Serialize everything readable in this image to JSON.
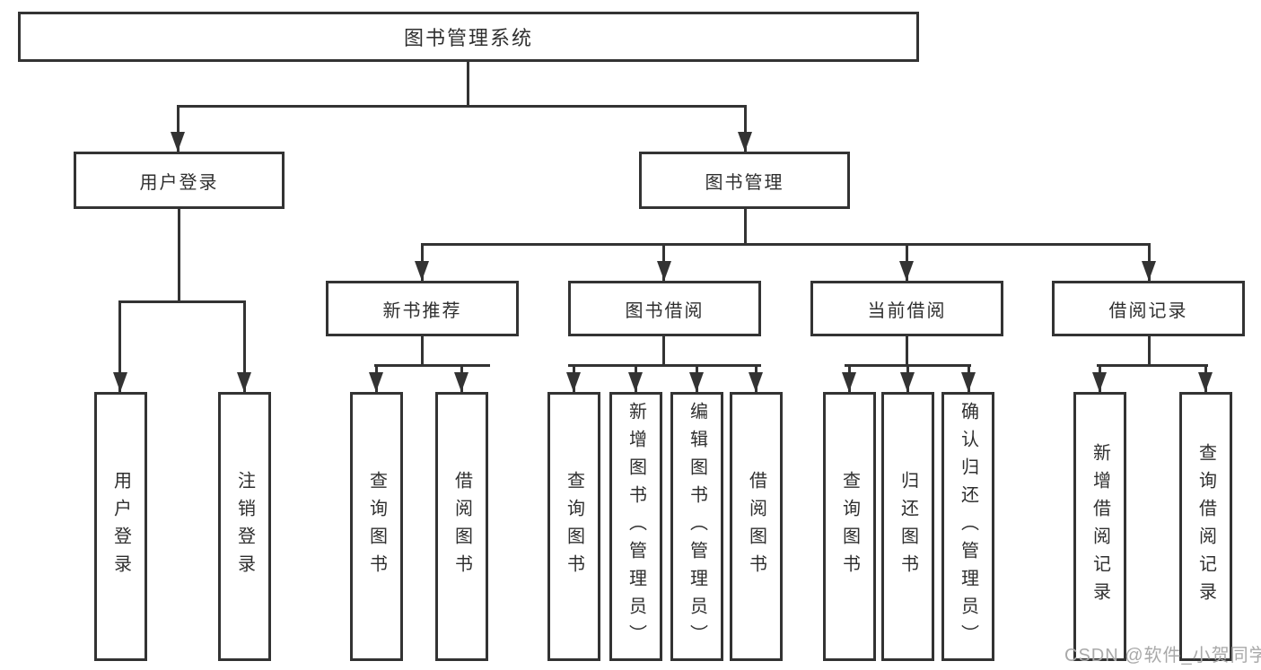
{
  "colors": {
    "line": "#333333",
    "text": "#2f2f2f",
    "box_fill": "#ffffff",
    "background": "#ffffff",
    "watermark": "#a9a9a9"
  },
  "tree": {
    "root": "图书管理系统",
    "branches": [
      {
        "label": "用户登录",
        "children": [
          "用户登录",
          "注销登录"
        ]
      },
      {
        "label": "图书管理",
        "sections": [
          {
            "label": "新书推荐",
            "children": [
              "查询图书",
              "借阅图书"
            ]
          },
          {
            "label": "图书借阅",
            "children": [
              "查询图书",
              "新增图书（管理员）",
              "编辑图书（管理员）",
              "借阅图书"
            ]
          },
          {
            "label": "当前借阅",
            "children": [
              "查询图书",
              "归还图书",
              "确认归还（管理员）"
            ]
          },
          {
            "label": "借阅记录",
            "children": [
              "新增借阅记录",
              "查询借阅记录"
            ]
          }
        ]
      }
    ]
  },
  "watermark": {
    "text": "CSDN @软件_小贺同学"
  }
}
